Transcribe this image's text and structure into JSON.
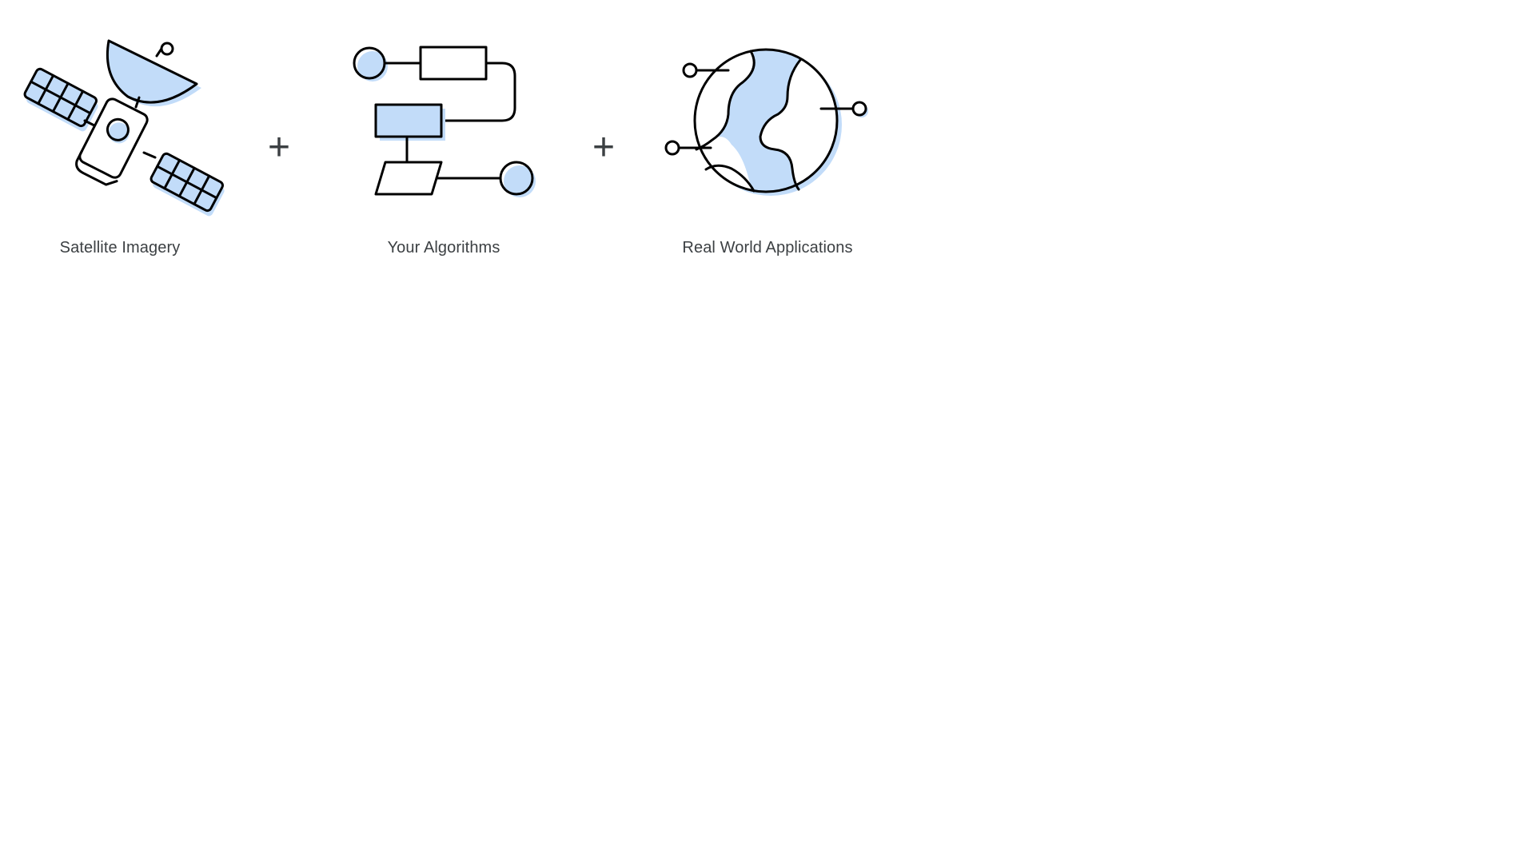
{
  "items": [
    {
      "caption": "Satellite Imagery",
      "icon": "satellite-icon"
    },
    {
      "caption": "Your Algorithms",
      "icon": "algorithm-flowchart-icon"
    },
    {
      "caption": "Real World Applications",
      "icon": "globe-icon"
    }
  ],
  "operators": [
    "+",
    "+"
  ],
  "colors": {
    "stroke": "#000000",
    "fill": "#c2dcf9",
    "text": "#3c4043",
    "background": "#ffffff"
  }
}
